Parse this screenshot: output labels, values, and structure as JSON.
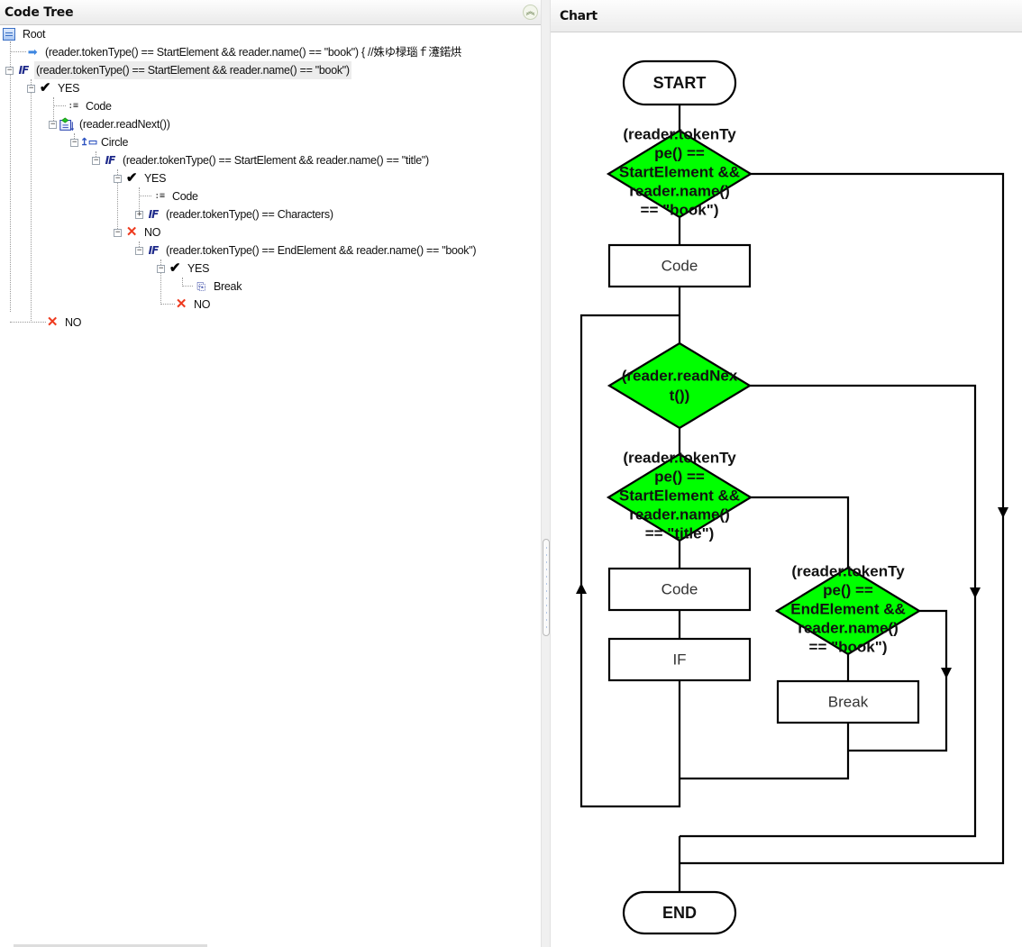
{
  "left_panel": {
    "title": "Code Tree",
    "collapse_icon": "double-chevron-up-icon",
    "tree": [
      {
        "id": "root",
        "icon": "root-icon",
        "label": "Root"
      },
      {
        "id": "stmt",
        "icon": "arrow-right-icon",
        "label": "(reader.tokenType() == StartElement && reader.name() == \"book\") {    //姝ゆ椂瑙ｆ瀽鍩烘"
      },
      {
        "id": "if1",
        "icon": "if-icon",
        "label": "(reader.tokenType() == StartElement && reader.name() == \"book\")",
        "selected": true
      },
      {
        "id": "yes1",
        "icon": "check-icon",
        "label": "YES"
      },
      {
        "id": "code1",
        "icon": "code-icon",
        "label": "Code"
      },
      {
        "id": "loop",
        "icon": "loop-icon",
        "label": "(reader.readNext())"
      },
      {
        "id": "circle",
        "icon": "circle-icon",
        "label": "Circle"
      },
      {
        "id": "if2",
        "icon": "if-icon",
        "label": "(reader.tokenType() == StartElement && reader.name() == \"title\")"
      },
      {
        "id": "yes2",
        "icon": "check-icon",
        "label": "YES"
      },
      {
        "id": "code2",
        "icon": "code-icon",
        "label": "Code"
      },
      {
        "id": "if3",
        "icon": "if-icon",
        "label": "(reader.tokenType() == Characters)"
      },
      {
        "id": "no2",
        "icon": "x-icon",
        "label": "NO"
      },
      {
        "id": "if4",
        "icon": "if-icon",
        "label": "(reader.tokenType() == EndElement && reader.name() == \"book\")"
      },
      {
        "id": "yes4",
        "icon": "check-icon",
        "label": "YES"
      },
      {
        "id": "break",
        "icon": "break-icon",
        "label": "Break"
      },
      {
        "id": "no4",
        "icon": "x-icon",
        "label": "NO"
      },
      {
        "id": "no1",
        "icon": "x-icon",
        "label": "NO"
      }
    ]
  },
  "right_panel": {
    "title": "Chart",
    "flowchart": {
      "colors": {
        "decision_fill": "#00ff00",
        "stroke": "#000000",
        "background": "#ffffff"
      },
      "nodes": {
        "start": {
          "type": "terminal",
          "label": "START"
        },
        "dec1": {
          "type": "decision",
          "lines": [
            "(reader.tokenTy",
            "pe() ==",
            "StartElement &&",
            "reader.name()",
            "== \"book\")"
          ]
        },
        "code1": {
          "type": "process",
          "label": "Code"
        },
        "dec_loop": {
          "type": "decision",
          "lines": [
            "(reader.readNex",
            "t())"
          ]
        },
        "dec2": {
          "type": "decision",
          "lines": [
            "(reader.tokenTy",
            "pe() ==",
            "StartElement &&",
            "reader.name()",
            "== \"title\")"
          ]
        },
        "code2": {
          "type": "process",
          "label": "Code"
        },
        "if_box": {
          "type": "process",
          "label": "IF"
        },
        "dec3": {
          "type": "decision",
          "lines": [
            "(reader.tokenTy",
            "pe() ==",
            "EndElement &&",
            "reader.name()",
            "== \"book\")"
          ]
        },
        "break": {
          "type": "process",
          "label": "Break"
        },
        "end": {
          "type": "terminal",
          "label": "END"
        }
      }
    }
  }
}
